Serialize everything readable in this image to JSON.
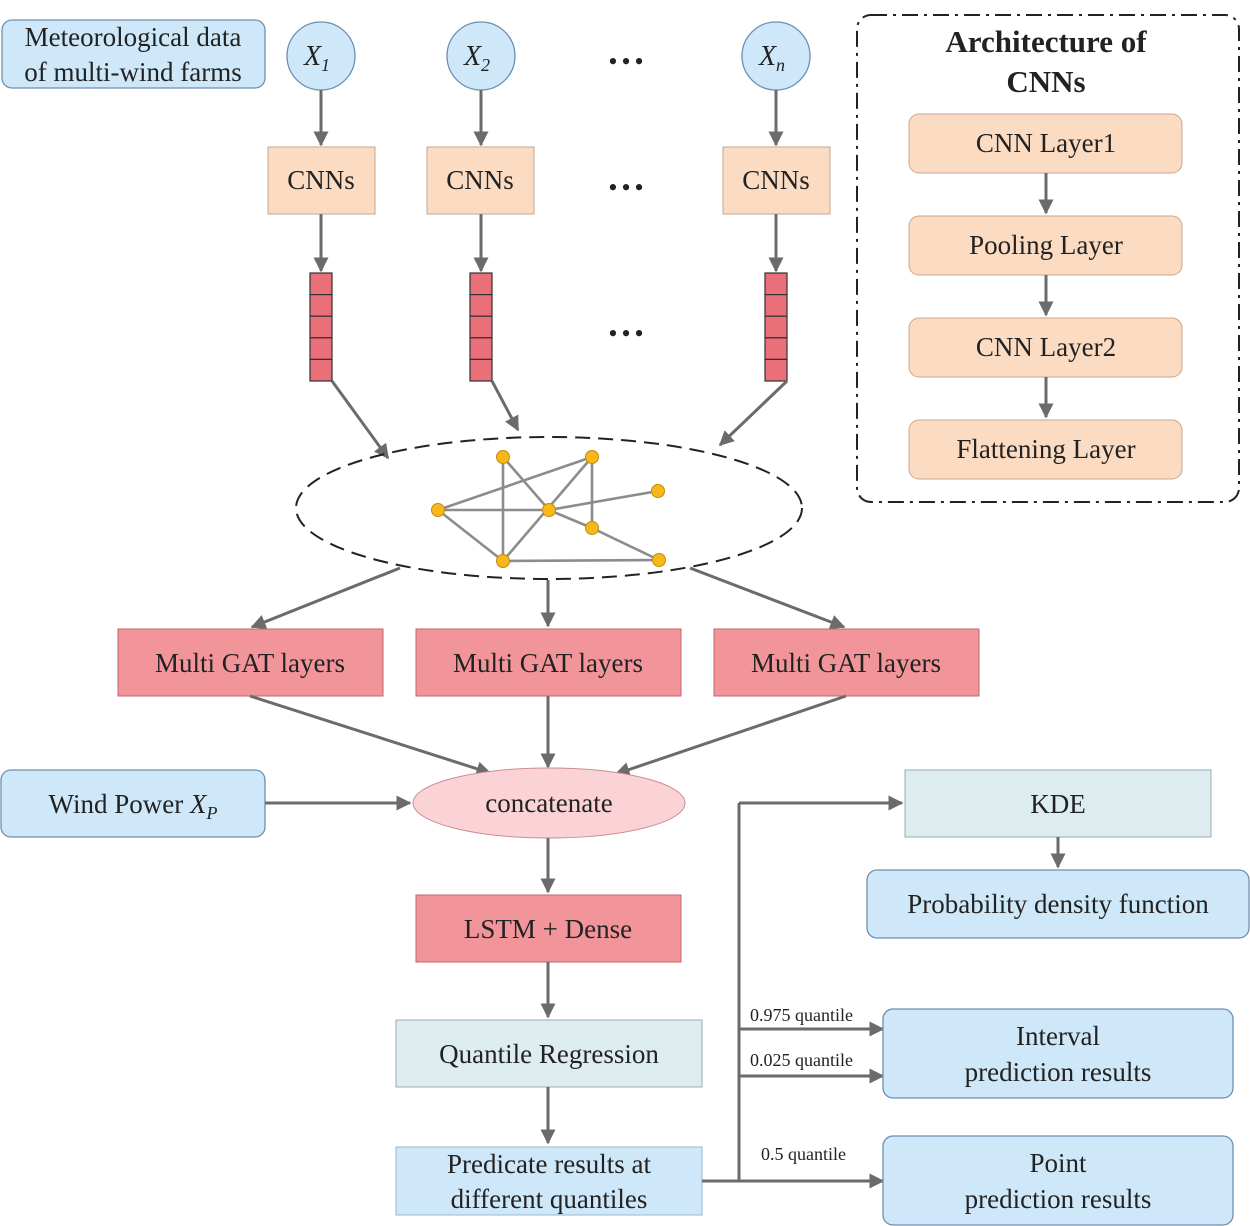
{
  "meteo_box": {
    "line1": "Meteorological data",
    "line2": "of multi-wind farms"
  },
  "inputs": [
    {
      "base": "X",
      "sub": "1"
    },
    {
      "base": "X",
      "sub": "2"
    },
    {
      "base": "X",
      "sub": "n"
    }
  ],
  "ellipsis": "•••",
  "cnn_label": "CNNs",
  "architecture": {
    "title_line1": "Architecture of",
    "title_line2": "CNNs",
    "layers": [
      "CNN Layer1",
      "Pooling Layer",
      "CNN Layer2",
      "Flattening Layer"
    ]
  },
  "gat_label": "Multi GAT layers",
  "wind_power": {
    "label": "Wind Power ",
    "base": "X",
    "sub": "P"
  },
  "concatenate": "concatenate",
  "lstm": "LSTM + Dense",
  "quantile_regression": "Quantile Regression",
  "predicate": {
    "line1": "Predicate results at",
    "line2": "different quantiles"
  },
  "kde": "KDE",
  "pdf": "Probability density function",
  "quantile_labels": {
    "q975": "0.975 quantile",
    "q025": "0.025 quantile",
    "q05": "0.5 quantile"
  },
  "interval": {
    "line1": "Interval",
    "line2": "prediction results"
  },
  "point": {
    "line1": "Point",
    "line2": "prediction results"
  },
  "colors": {
    "blue_fill": "#cfe8f9",
    "peach_fill": "#fbdcc3",
    "red_fill": "#f1959b",
    "grey_fill": "#dcecef",
    "node_yellow": "#f7b81b",
    "arrow_grey": "#6b6b6b"
  }
}
